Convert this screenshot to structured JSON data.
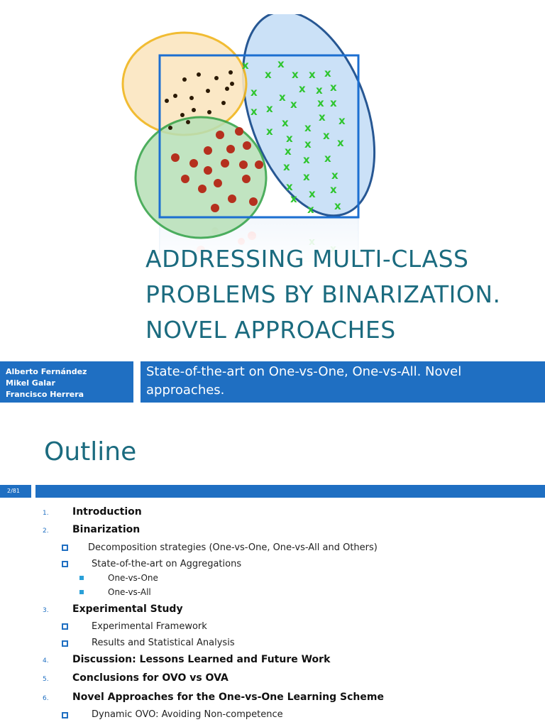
{
  "title": {
    "line1": "Addressing Multi-class",
    "line2": "problems by binarization.",
    "line3": "Novel Approaches"
  },
  "authors": [
    "Alberto Fernández",
    "Mikel Galar",
    "Francisco Herrera"
  ],
  "subtitle": "State-of-the-art on One-vs-One, One-vs-All. Novel approaches.",
  "outline": {
    "heading": "Outline",
    "page": "2/81",
    "items": [
      {
        "num": "1.",
        "label": "Introduction"
      },
      {
        "num": "2.",
        "label": "Binarization",
        "sub": [
          {
            "label": "Decomposition strategies (One-vs-One, One-vs-All and Others)"
          },
          {
            "label": "State-of-the-art on Aggregations",
            "sub": [
              "One-vs-One",
              "One-vs-All"
            ]
          }
        ]
      },
      {
        "num": "3.",
        "label": "Experimental Study",
        "sub": [
          {
            "label": "Experimental Framework"
          },
          {
            "label": "Results and Statistical Analysis"
          }
        ]
      },
      {
        "num": "4.",
        "label": "Discussion: Lessons Learned and Future Work"
      },
      {
        "num": "5.",
        "label": "Conclusions for OVO vs OVA"
      },
      {
        "num": "6.",
        "label": "Novel Approaches for the One-vs-One Learning Scheme",
        "sub": [
          {
            "label": "Dynamic OVO: Avoiding Non-competence"
          }
        ]
      }
    ]
  },
  "colors": {
    "title": "#1b6b7f",
    "band": "#1f6fc2",
    "bullet": "#2aa0d8"
  }
}
